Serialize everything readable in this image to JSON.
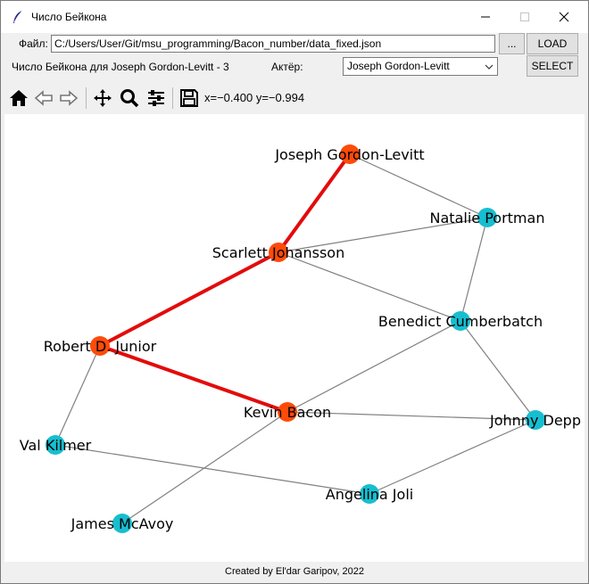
{
  "window": {
    "title": "Число Бейкона",
    "icon": "feather-icon",
    "controls": [
      "minimize-icon",
      "maximize-icon",
      "close-icon"
    ]
  },
  "file_row": {
    "label": "Файл:",
    "path": "C:/Users/User/Git/msu_programming/Bacon_number/data_fixed.json",
    "browse_label": "...",
    "load_label": "LOAD"
  },
  "actor_row": {
    "result": "Число Бейкона для Joseph Gordon-Levitt - 3",
    "actor_label": "Актёр:",
    "selected_actor": "Joseph Gordon-Levitt",
    "select_label": "SELECT"
  },
  "toolbar": {
    "icons": [
      "home-icon",
      "back-icon",
      "forward-icon",
      "pan-icon",
      "zoom-icon",
      "configure-subplots-icon",
      "save-icon"
    ],
    "coords": "x=−0.400 y=−0.994"
  },
  "graph": {
    "colors": {
      "path_node": "#ff4b0a",
      "node": "#17becf",
      "edge": "#808080",
      "path_edge": "#e30b0b"
    },
    "nodes": [
      {
        "id": "Joseph Gordon-Levitt",
        "on_path": true
      },
      {
        "id": "Natalie Portman",
        "on_path": false
      },
      {
        "id": "Scarlett Johansson",
        "on_path": true
      },
      {
        "id": "Benedict Cumberbatch",
        "on_path": false
      },
      {
        "id": "Robert D. Junior",
        "on_path": true
      },
      {
        "id": "Kevin Bacon",
        "on_path": true
      },
      {
        "id": "Johnny Depp",
        "on_path": false
      },
      {
        "id": "Val Kilmer",
        "on_path": false
      },
      {
        "id": "Angelina Joli",
        "on_path": false
      },
      {
        "id": "James McAvoy",
        "on_path": false
      }
    ],
    "edges": [
      [
        "Joseph Gordon-Levitt",
        "Natalie Portman"
      ],
      [
        "Scarlett Johansson",
        "Natalie Portman"
      ],
      [
        "Scarlett Johansson",
        "Benedict Cumberbatch"
      ],
      [
        "Natalie Portman",
        "Benedict Cumberbatch"
      ],
      [
        "Benedict Cumberbatch",
        "Kevin Bacon"
      ],
      [
        "Benedict Cumberbatch",
        "Johnny Depp"
      ],
      [
        "Kevin Bacon",
        "Johnny Depp"
      ],
      [
        "Kevin Bacon",
        "James McAvoy"
      ],
      [
        "Robert D. Junior",
        "Val Kilmer"
      ],
      [
        "Val Kilmer",
        "Angelina Joli"
      ],
      [
        "Angelina Joli",
        "Johnny Depp"
      ]
    ],
    "path_edges": [
      [
        "Joseph Gordon-Levitt",
        "Scarlett Johansson"
      ],
      [
        "Scarlett Johansson",
        "Robert D. Junior"
      ],
      [
        "Robert D. Junior",
        "Kevin Bacon"
      ]
    ]
  },
  "footer": "Created by El'dar Garipov, 2022"
}
